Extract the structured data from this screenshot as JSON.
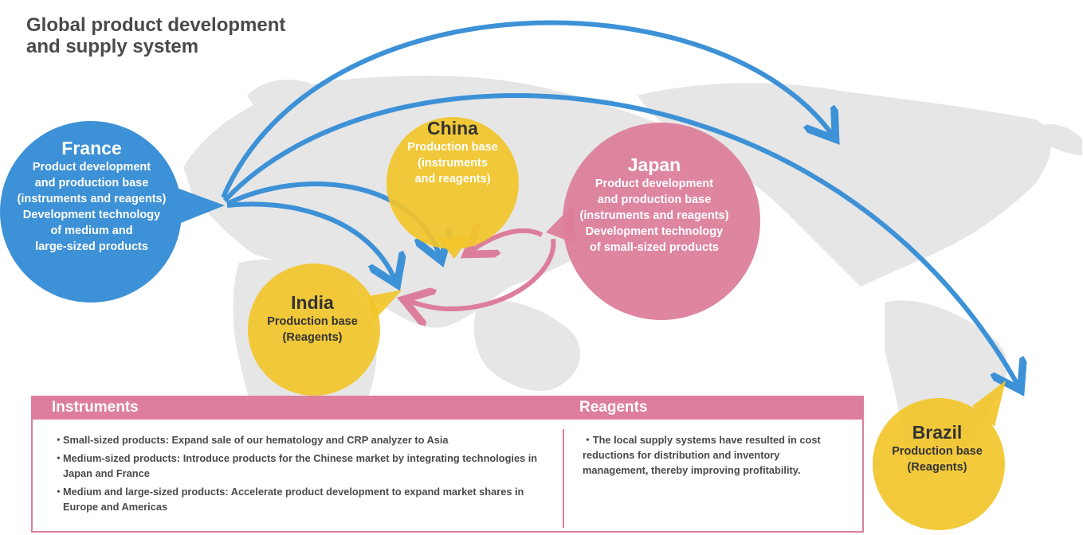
{
  "title": {
    "line1": "Global product development",
    "line2": "and supply system"
  },
  "colors": {
    "blue": "#3d91d6",
    "pink": "#dc7e9b",
    "yellow": "#f2c52a",
    "map": "#e6e6e6"
  },
  "nodes": {
    "france": {
      "name": "France",
      "lines": [
        "Product development",
        "and production base",
        "(instruments and reagents)",
        "Development technology",
        "of medium and",
        "large-sized products"
      ]
    },
    "china": {
      "name": "China",
      "lines": [
        "Production base",
        "(instruments",
        "and reagents)"
      ]
    },
    "japan": {
      "name": "Japan",
      "lines": [
        "Product development",
        "and production base",
        "(instruments and reagents)",
        "Development technology",
        "of small-sized products"
      ]
    },
    "india": {
      "name": "India",
      "lines": [
        "Production base",
        "(Reagents)"
      ]
    },
    "brazil": {
      "name": "Brazil",
      "lines": [
        "Production base",
        "(Reagents)"
      ]
    }
  },
  "flows": [
    {
      "from": "France",
      "to": "North America",
      "color": "blue"
    },
    {
      "from": "France",
      "to": "Brazil",
      "color": "blue"
    },
    {
      "from": "France",
      "to": "China",
      "color": "blue"
    },
    {
      "from": "France",
      "to": "India",
      "color": "blue"
    },
    {
      "from": "Japan",
      "to": "China",
      "color": "pink"
    },
    {
      "from": "Japan",
      "to": "India",
      "color": "pink"
    }
  ],
  "instruments": {
    "heading": "Instruments",
    "items": [
      "Small-sized products: Expand sale of our hematology and CRP analyzer to Asia",
      "Medium-sized products: Introduce products for the Chinese market by integrating technologies in Japan and France",
      "Medium and large-sized products: Accelerate product development to expand market shares in Europe and Americas"
    ]
  },
  "reagents": {
    "heading": "Reagents",
    "text": "・The local supply systems have resulted in cost reductions for distribution and inventory management, thereby improving profitability."
  }
}
